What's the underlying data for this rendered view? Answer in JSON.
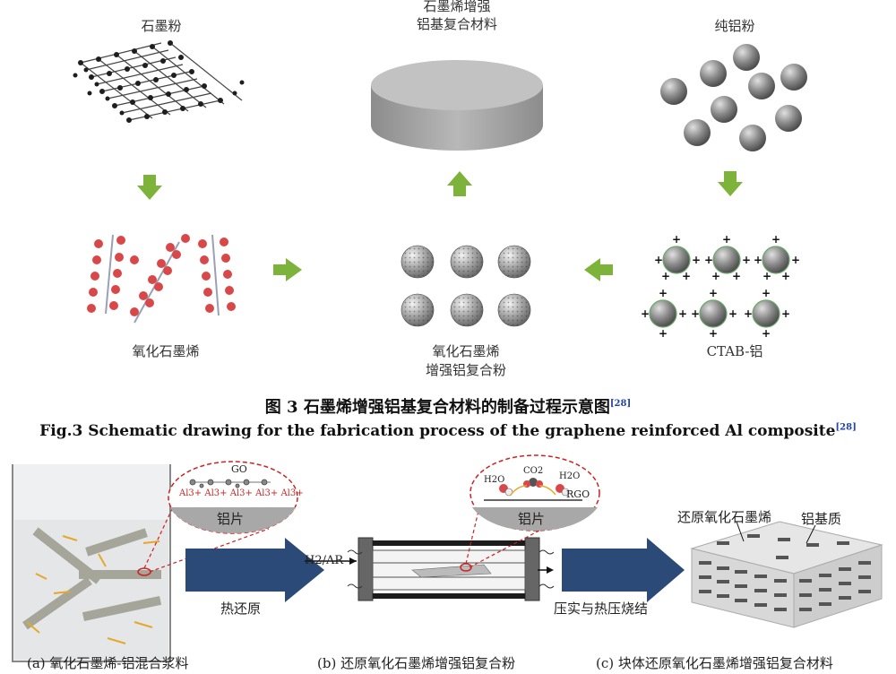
{
  "figure3": {
    "graphite_powder": "石墨粉",
    "composite_line1": "石墨烯增强",
    "composite_line2": "铝基复合材料",
    "pure_al_powder": "纯铝粉",
    "graphene_oxide": "氧化石墨烯",
    "go_powder_line1": "氧化石墨烯",
    "go_powder_line2": "增强铝复合粉",
    "ctab_al": "CTAB-铝",
    "caption_cn": "图 3   石墨烯增强铝基复合材料的制备过程示意图",
    "caption_en": "Fig.3    Schematic drawing for the fabrication process of the graphene reinforced Al composite",
    "ref": "[28]"
  },
  "figure_bottom": {
    "go_label": "GO",
    "al_ions": [
      "Al3+",
      "Al3+",
      "Al3+",
      "Al3+",
      "Al3+"
    ],
    "al_flake_1": "铝片",
    "al_flake_2": "铝片",
    "h2o_1": "H2O",
    "co2": "CO2",
    "h2o_2": "H2O",
    "rgo": "RGO",
    "h2_ar": "H2/AR",
    "thermal_reduction": "热还原",
    "press_sinter": "压实与热压烧结",
    "rgo_label": "还原氧化石墨烯",
    "al_matrix": "铝基质",
    "caption_a": "(a) 氧化石墨烯-铝混合浆料",
    "caption_b": "(b) 还原氧化石墨烯增强铝复合粉",
    "caption_c": "(c) 块体还原氧化石墨烯增强铝复合材料"
  },
  "colors": {
    "arrow_green": "#7db33a",
    "arrow_navy": "#2c4a78",
    "go_dot_red": "#d84848",
    "sphere_gray": "#9a9a9a",
    "dashed_red": "#cc2222"
  }
}
